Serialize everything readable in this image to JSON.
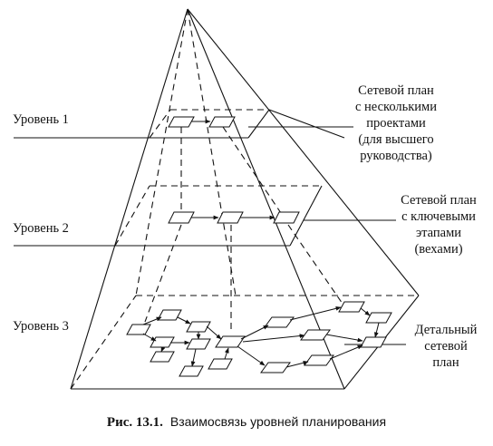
{
  "levels": [
    {
      "label": "Уровень 1"
    },
    {
      "label": "Уровень 2"
    },
    {
      "label": "Уровень 3"
    }
  ],
  "callouts": [
    {
      "lines": [
        "Сетевой план",
        "с несколькими",
        "проектами",
        "(для высшего",
        "руководства)"
      ]
    },
    {
      "lines": [
        "Сетевой план",
        "с ключевыми",
        "этапами",
        "(вехами)"
      ]
    },
    {
      "lines": [
        "Детальный",
        "сетевой",
        "план"
      ]
    }
  ],
  "caption": {
    "number": "Рис. 13.1.",
    "text": "Взаимосвязь уровней планирования"
  }
}
